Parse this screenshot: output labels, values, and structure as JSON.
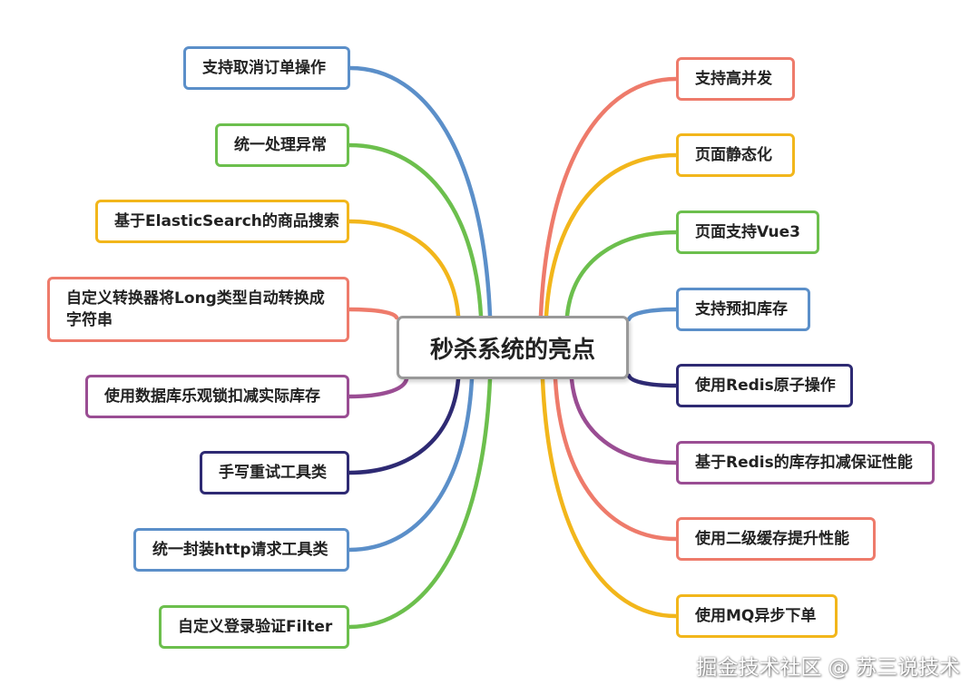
{
  "center": {
    "label": "秒杀系统的亮点"
  },
  "colors": {
    "blue": "#5b8fc9",
    "green": "#6cbf4d",
    "yellow": "#f2b61b",
    "red": "#ee7b6b",
    "purple": "#9a4d93",
    "navy": "#2e2a73"
  },
  "left_nodes": [
    {
      "label": "支持取消订单操作",
      "color": "blue"
    },
    {
      "label": "统一处理异常",
      "color": "green"
    },
    {
      "label": "基于ElasticSearch的商品搜索",
      "color": "yellow"
    },
    {
      "label": "自定义转换器将Long类型自动转换成字符串",
      "color": "red"
    },
    {
      "label": "使用数据库乐观锁扣减实际库存",
      "color": "purple"
    },
    {
      "label": "手写重试工具类",
      "color": "navy"
    },
    {
      "label": "统一封装http请求工具类",
      "color": "blue"
    },
    {
      "label": "自定义登录验证Filter",
      "color": "green"
    }
  ],
  "right_nodes": [
    {
      "label": "支持高并发",
      "color": "red"
    },
    {
      "label": "页面静态化",
      "color": "yellow"
    },
    {
      "label": "页面支持Vue3",
      "color": "green"
    },
    {
      "label": "支持预扣库存",
      "color": "blue"
    },
    {
      "label": "使用Redis原子操作",
      "color": "navy"
    },
    {
      "label": "基于Redis的库存扣减保证性能",
      "color": "purple"
    },
    {
      "label": "使用二级缓存提升性能",
      "color": "red"
    },
    {
      "label": "使用MQ异步下单",
      "color": "yellow"
    }
  ],
  "watermark": "掘金技术社区 @ 苏三说技术"
}
